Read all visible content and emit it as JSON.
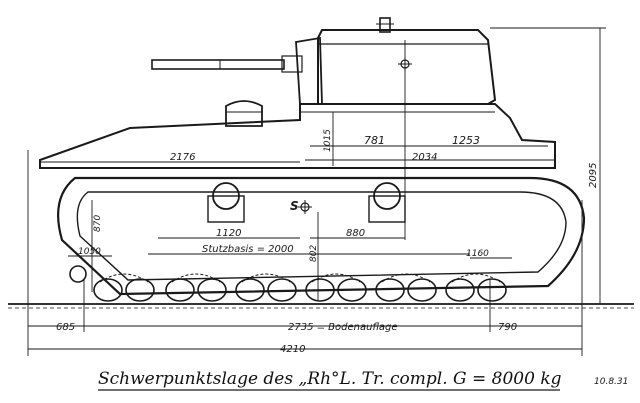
{
  "caption": "Schwerpunktslage des „Rh°L. Tr. compl. G = 8000 kg",
  "date": "10.8.31",
  "center_of_gravity_label": "S",
  "dimensions": {
    "d2176": "2176",
    "d1015": "1015",
    "d781": "781",
    "d1253": "1253",
    "d2034": "2034",
    "d2095": "2095",
    "d870": "870",
    "d1120": "1120",
    "d880": "880",
    "d802": "802",
    "stuetzbasis": "Stutzbasis = 2000",
    "d1050": "1050",
    "d1160": "1160",
    "d685": "685",
    "bodenauflage": "2735 = Bodenauflage",
    "d790": "790",
    "d4210": "4210"
  }
}
